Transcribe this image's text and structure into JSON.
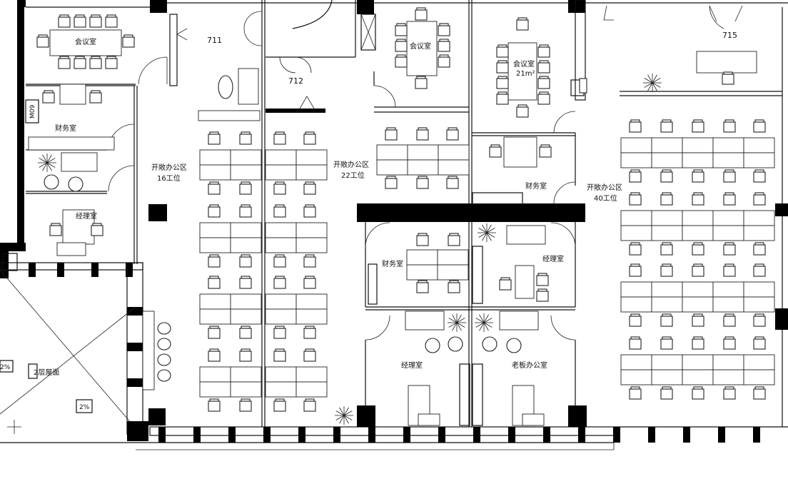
{
  "rooms": {
    "r711": "711",
    "r712": "712",
    "r715": "715",
    "meeting": "会议室",
    "meeting_area": "21m²",
    "finance": "财务室",
    "manager": "经理室",
    "boss": "老板办公室",
    "open_office": "开敞办公区",
    "ws16": "16工位",
    "ws22": "22工位",
    "ws40": "40工位",
    "roof": "2层屋面",
    "slope": "2%",
    "door_code": "M09"
  }
}
